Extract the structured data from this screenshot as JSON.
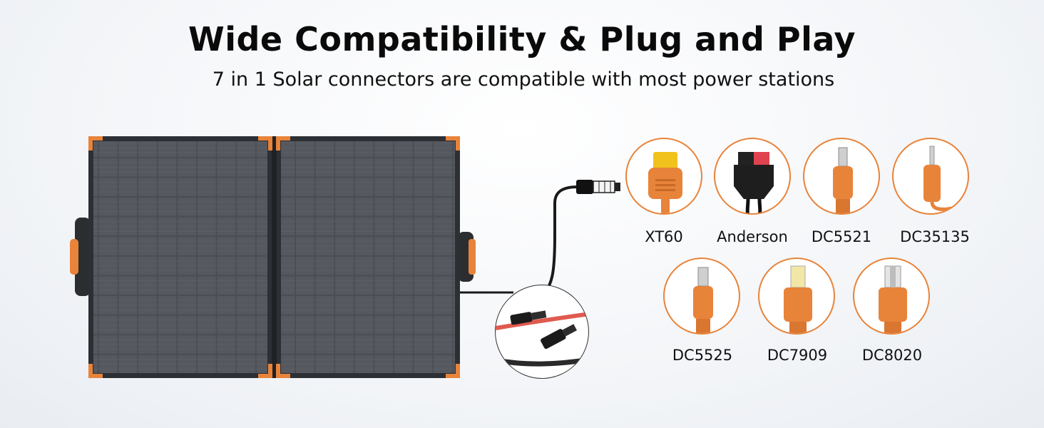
{
  "header": {
    "title": "Wide Compatibility & Plug and Play",
    "subtitle": "7 in 1 Solar connectors are compatible with most power stations"
  },
  "colors": {
    "accent_orange": "#e8833a",
    "panel_dark": "#3a3d42",
    "cable": "#1a1a1a",
    "red_wire": "#e05a4f"
  },
  "connectors": [
    {
      "label": "XT60",
      "icon": "xt60-connector"
    },
    {
      "label": "Anderson",
      "icon": "anderson-connector"
    },
    {
      "label": "DC5521",
      "icon": "dc5521-connector"
    },
    {
      "label": "DC35135",
      "icon": "dc35135-connector"
    },
    {
      "label": "DC5525",
      "icon": "dc5525-connector"
    },
    {
      "label": "DC7909",
      "icon": "dc7909-connector"
    },
    {
      "label": "DC8020",
      "icon": "dc8020-connector"
    }
  ]
}
